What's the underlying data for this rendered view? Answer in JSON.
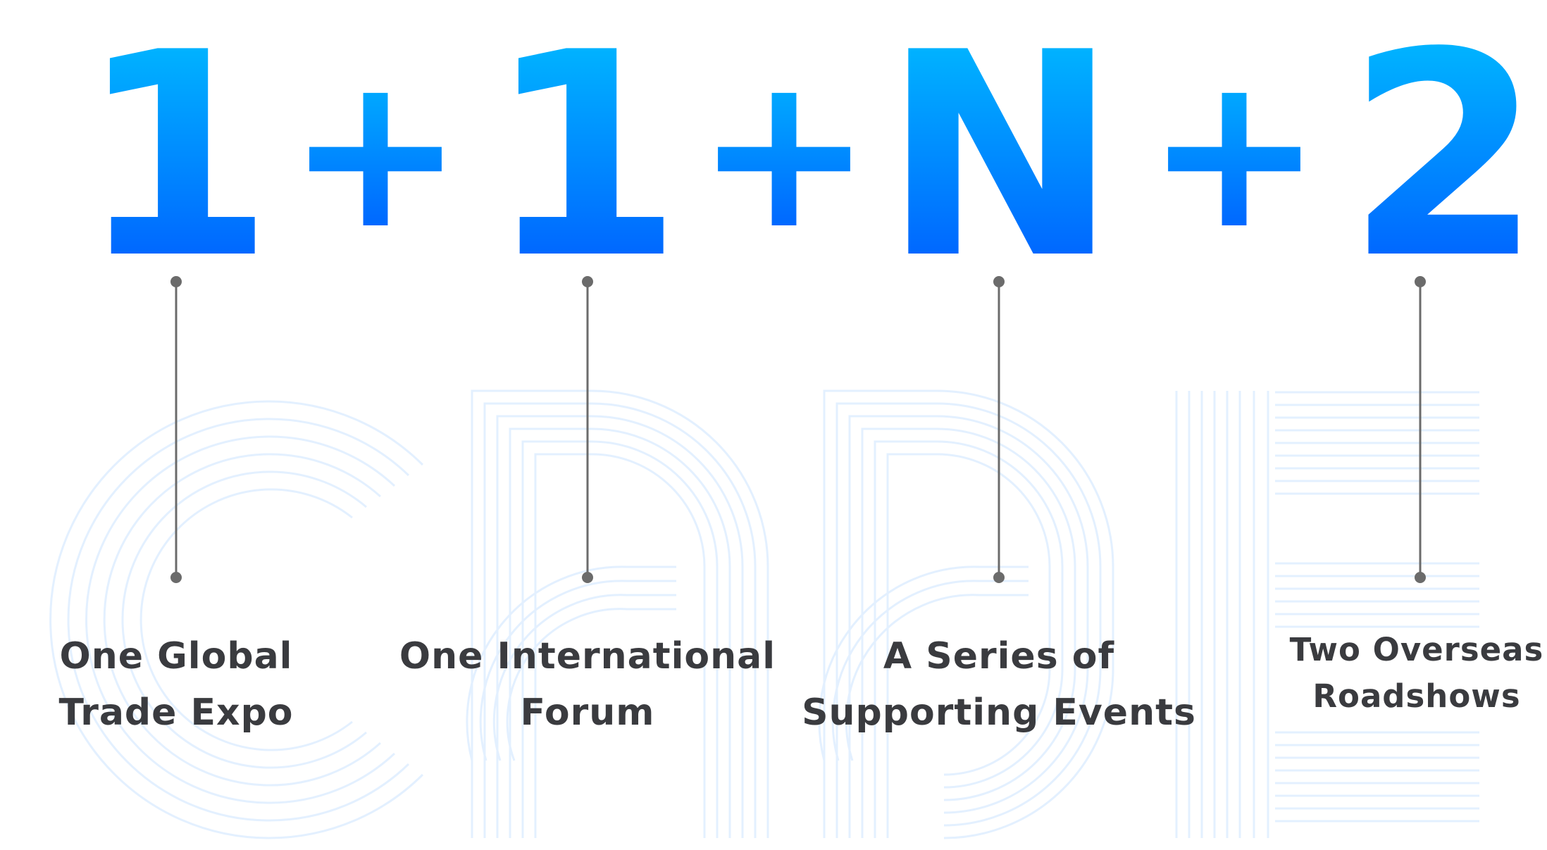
{
  "formula": {
    "tokens": [
      "1",
      "+",
      "1",
      "+",
      "N",
      "+",
      "2"
    ]
  },
  "items": [
    {
      "line1": "One Global",
      "line2": "Trade Expo"
    },
    {
      "line1": "One International",
      "line2": "Forum"
    },
    {
      "line1": "A Series of",
      "line2": "Supporting Events"
    },
    {
      "line1": "Two Overseas",
      "line2": "Roadshows"
    }
  ],
  "watermark": {
    "letters": "CABE"
  },
  "colors": {
    "gradient_top": "#00c6ff",
    "gradient_bottom": "#0050ff",
    "text": "#3a3b3f",
    "connector": "#6b6b6b",
    "watermark": "#e3f1ff"
  }
}
